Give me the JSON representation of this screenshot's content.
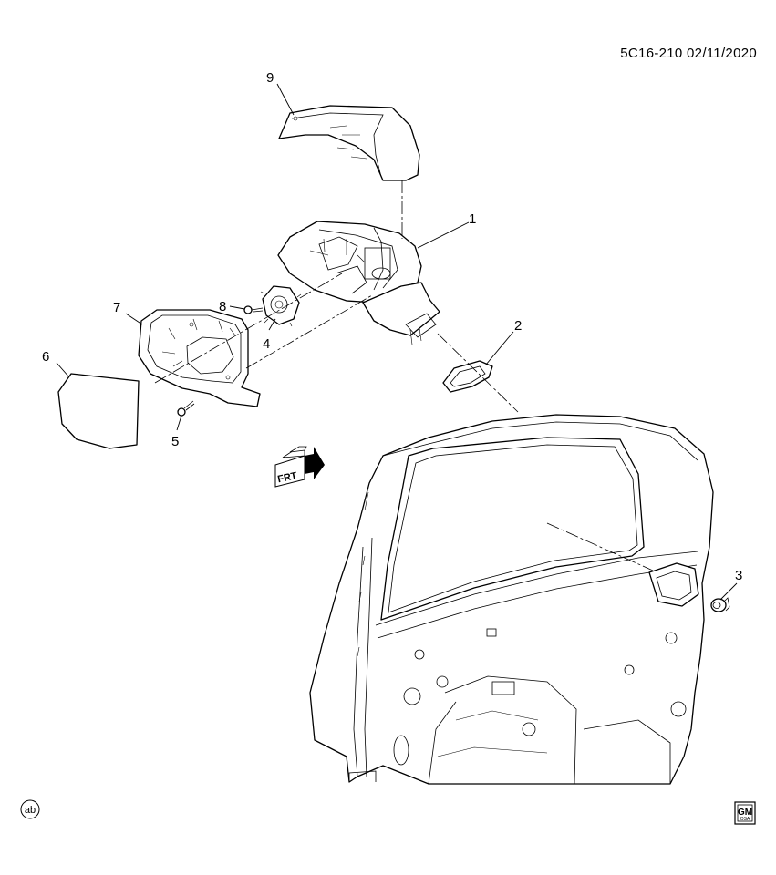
{
  "header": {
    "diagram_id": "5C16-210 02/11/2020"
  },
  "callouts": [
    {
      "id": "1",
      "label": "1"
    },
    {
      "id": "2",
      "label": "2"
    },
    {
      "id": "3",
      "label": "3"
    },
    {
      "id": "4",
      "label": "4"
    },
    {
      "id": "5",
      "label": "5"
    },
    {
      "id": "6",
      "label": "6"
    },
    {
      "id": "7",
      "label": "7"
    },
    {
      "id": "8",
      "label": "8"
    },
    {
      "id": "9",
      "label": "9"
    }
  ],
  "direction_marker": {
    "label": "FRT",
    "icon": "front-arrow-icon"
  },
  "footer": {
    "variant_mark": "ab",
    "brand_logo": {
      "text": "GM",
      "subtext": "OSA"
    }
  },
  "colors": {
    "line": "#000000",
    "background": "#ffffff"
  }
}
